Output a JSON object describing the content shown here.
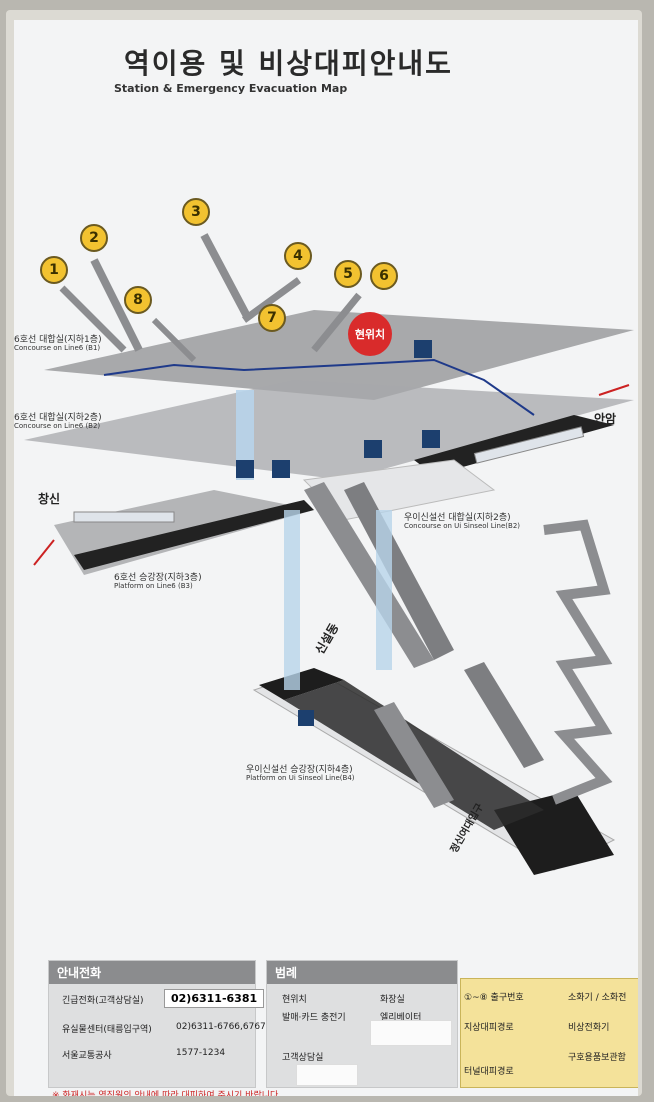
{
  "title": "역이용 및 비상대피안내도",
  "subtitle": "Station & Emergency Evacuation Map",
  "here_label": "현위치",
  "exit_numbers": [
    "1",
    "2",
    "3",
    "4",
    "5",
    "6",
    "7",
    "8"
  ],
  "levels": {
    "b1": {
      "name": "6호선 대합실(지하1층)",
      "en": "Concourse on Line6 (B1)"
    },
    "b2": {
      "name": "6호선 대합실(지하2층)",
      "en": "Concourse on Line6 (B2)"
    },
    "b3": {
      "name": "6호선 승강장(지하3층)",
      "en": "Platform on Line6 (B3)"
    },
    "ui_b2": {
      "name": "우이신설선 대합실(지하2층)",
      "en": "Concourse on Ui Sinseol Line(B2)"
    },
    "ui_b4": {
      "name": "우이신설선 승강장(지하4층)",
      "en": "Platform on Ui Sinseol Line(B4)"
    }
  },
  "directions": {
    "changsin": "창신",
    "anam": "안암",
    "sinseoldong": "신설동",
    "sinsinae": "정신여대입구"
  },
  "contact": {
    "header": "안내전화",
    "rows": [
      {
        "label": "긴급전화(고객상담실)",
        "value": "02)6311-6381"
      },
      {
        "label": "유실물센터(태릉입구역)",
        "value": "02)6311-6766,6767"
      },
      {
        "label": "서울교통공사",
        "value": "1577-1234"
      }
    ]
  },
  "legend": {
    "header": "범례",
    "items": [
      "현위치",
      "화장실",
      "발매·카드 충전기",
      "엘리베이터",
      "고객상담실"
    ],
    "yellow": [
      {
        "l": "①~⑧ 출구번호",
        "r": "소화기 / 소화전"
      },
      {
        "l": "지상대피경로",
        "r": "비상전화기"
      },
      {
        "l": "터널대피경로",
        "r": "구호용품보관함"
      }
    ]
  },
  "notice": "※ 화재시는 역직원의 안내에 따라 대피하여 주시기 바랍니다.",
  "colors": {
    "exit": "#f2c230",
    "here": "#d92b2b",
    "route": "#1f3a8a",
    "floor": "#9a9b9e"
  }
}
